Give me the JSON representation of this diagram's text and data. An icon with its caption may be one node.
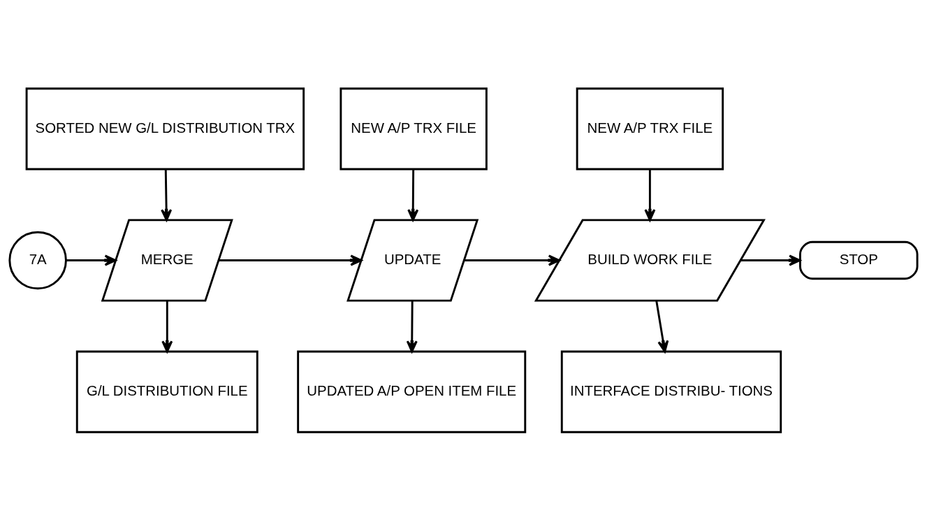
{
  "diagram": {
    "nodes": [
      {
        "text": [
          "SORTED NEW G/L DISTRIBUTION TRX"
        ]
      },
      {
        "text": [
          "NEW A/P TRX FILE"
        ]
      },
      {
        "text": [
          "NEW A/P TRX FILE"
        ]
      },
      {
        "text": [
          "7A"
        ]
      },
      {
        "text": [
          "MERGE"
        ]
      },
      {
        "text": [
          "UPDATE"
        ]
      },
      {
        "text": [
          "BUILD WORK FILE"
        ]
      },
      {
        "text": [
          "STOP"
        ]
      },
      {
        "text": [
          "G/L DISTRIBUTION FILE"
        ]
      },
      {
        "text": [
          "UPDATED A/P OPEN ITEM FILE"
        ]
      },
      {
        "text": [
          "INTERFACE DISTRIBU- TIONS"
        ]
      }
    ],
    "edges": [
      {
        "from": 0,
        "to": 4,
        "arrow": "to"
      },
      {
        "from": 1,
        "to": 5,
        "arrow": "to"
      },
      {
        "from": 2,
        "to": 6,
        "arrow": "to"
      },
      {
        "from": 3,
        "to": 4,
        "arrow": "to"
      },
      {
        "from": 4,
        "to": 5,
        "arrow": "to"
      },
      {
        "from": 5,
        "to": 6,
        "arrow": "to"
      },
      {
        "from": 6,
        "to": 7,
        "arrow": "to"
      },
      {
        "from": 4,
        "to": 8,
        "arrow": "to"
      },
      {
        "from": 5,
        "to": 9,
        "arrow": "to"
      },
      {
        "from": 6,
        "to": 10,
        "arrow": "to"
      }
    ]
  }
}
